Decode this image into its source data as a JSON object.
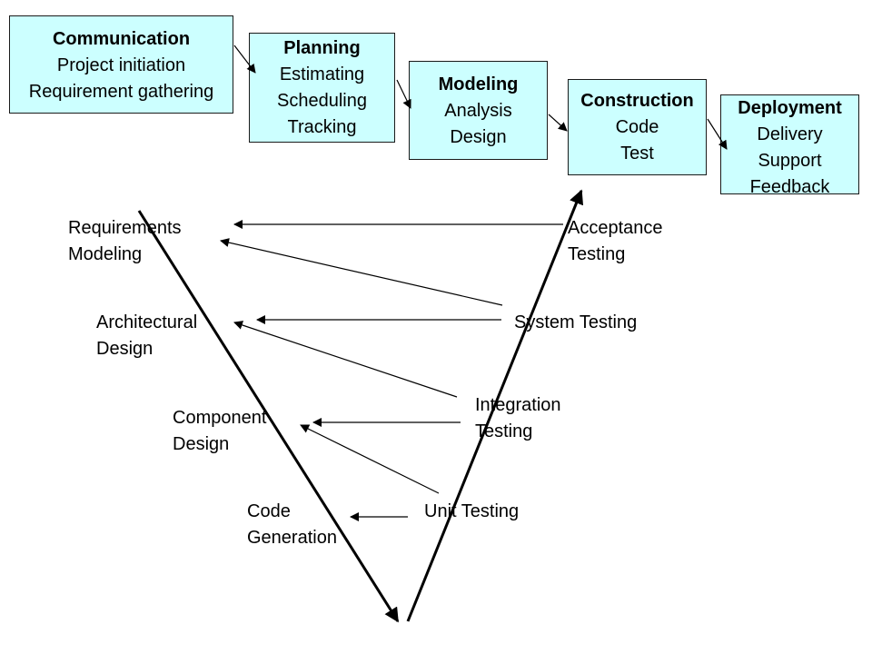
{
  "activities": [
    {
      "title": "Communication",
      "lines": [
        "Project initiation",
        "Requirement gathering"
      ]
    },
    {
      "title": "Planning",
      "lines": [
        "Estimating",
        "Scheduling",
        "Tracking"
      ]
    },
    {
      "title": "Modeling",
      "lines": [
        "Analysis",
        "Design"
      ]
    },
    {
      "title": "Construction",
      "lines": [
        "Code",
        "Test"
      ]
    },
    {
      "title": "Deployment",
      "lines": [
        "Delivery",
        "Support",
        "Feedback"
      ]
    }
  ],
  "left_leg": [
    [
      "Requirements",
      "Modeling"
    ],
    [
      "Architectural",
      "Design"
    ],
    [
      "Component",
      "Design"
    ],
    [
      "Code",
      "Generation"
    ]
  ],
  "right_leg": [
    [
      "Acceptance",
      "Testing"
    ],
    [
      "System Testing"
    ],
    [
      "Integration",
      "Testing"
    ],
    [
      "Unit Testing"
    ]
  ]
}
